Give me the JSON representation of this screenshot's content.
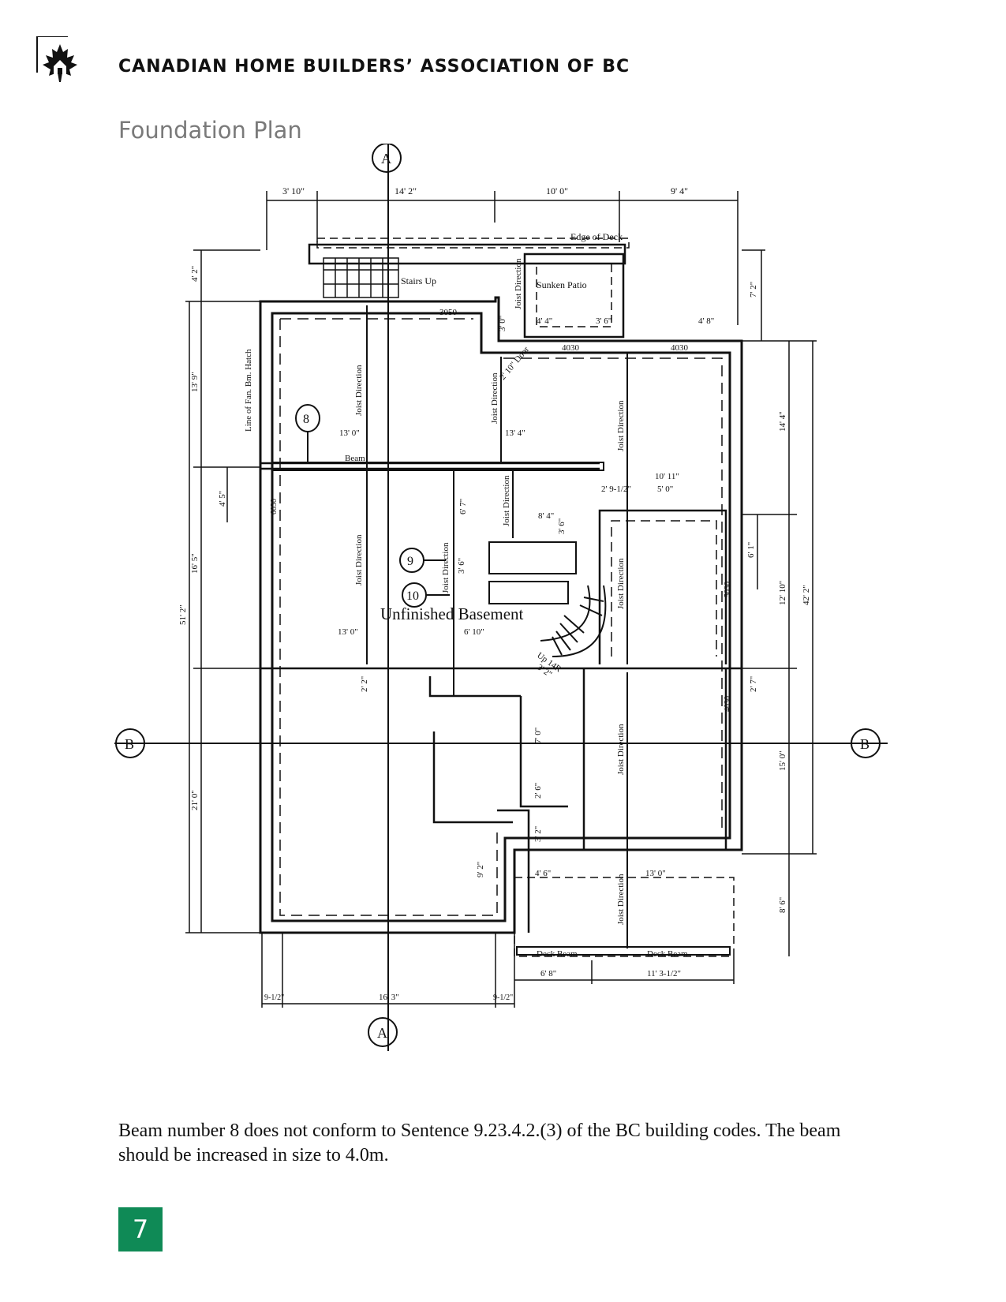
{
  "header": {
    "org_name": "CANADIAN HOME BUILDERS’ ASSOCIATION OF BC",
    "logo_icon": "maple-leaf-house-icon"
  },
  "subtitle": "Foundation Plan",
  "plan": {
    "section_markers": {
      "a_top": "A",
      "a_bottom": "A",
      "b_left": "B",
      "b_right": "B"
    },
    "top_dims": [
      "3' 10\"",
      "14' 2\"",
      "10' 0\"",
      "9' 4\""
    ],
    "labels": {
      "edge_of_deck": "Edge of Deck",
      "stairs_up": "Stairs Up",
      "sunken_patio": "Sunken Patio",
      "window_3050": "3050",
      "window_4030a": "4030",
      "window_4030b": "4030",
      "door": "2' 10\" Door",
      "line_of_fan": "Line of Fan. Bm. Hatch",
      "beam": "Beam",
      "unfinished_basement": "Unfinished Basement",
      "up14r": "Up 14R",
      "deck_beam_left": "Deck Beam",
      "deck_beam_right": "Deck Beam",
      "window_6030": "6030",
      "window_5030": "5030",
      "window_4030c": "4030"
    },
    "joist_direction": "Joist Direction",
    "callouts": {
      "c8": "8",
      "c9": "9",
      "c10": "10"
    },
    "inner_dims": {
      "d1": "4' 4\"",
      "d2": "3' 6\"",
      "d3": "4' 8\"",
      "d4": "3' 0\"",
      "d5": "13' 0\"",
      "d6": "13' 4\"",
      "d7": "10' 11\"",
      "d8": "2' 9-1/2\"",
      "d9": "5' 0\"",
      "d10": "8' 4\"",
      "d11": "6' 7\"",
      "d12": "3' 6\"",
      "d13": "3' 6\"",
      "d14": "13' 0\"",
      "d15": "6' 10\"",
      "d16": "3' 2\"",
      "d17": "2' 2\"",
      "d18": "7' 0\"",
      "d19": "2' 6\"",
      "d20": "3' 2\"",
      "d21": "9' 2\"",
      "d22": "4' 6\"",
      "d23": "13' 0\"",
      "d24": "4' 5\""
    },
    "left_dims": [
      "4' 2\"",
      "13' 9\"",
      "16' 5\"",
      "51' 2\"",
      "21' 0\""
    ],
    "right_dims": [
      "7' 2\"",
      "14' 4\"",
      "6' 1\"",
      "12' 10\"",
      "42' 2\"",
      "2' 7\"",
      "15' 0\"",
      "8' 6\""
    ],
    "bottom_dims": [
      "9-1/2\"",
      "16' 3\"",
      "9-1/2\"",
      "6' 8\"",
      "11' 3-1/2\""
    ]
  },
  "body": {
    "text": "Beam number 8 does not conform to Sentence 9.23.4.2.(3) of the BC building codes. The beam should be increased in size to 4.0m."
  },
  "footer": {
    "page_number": "7",
    "page_color": "#0f8a56"
  }
}
